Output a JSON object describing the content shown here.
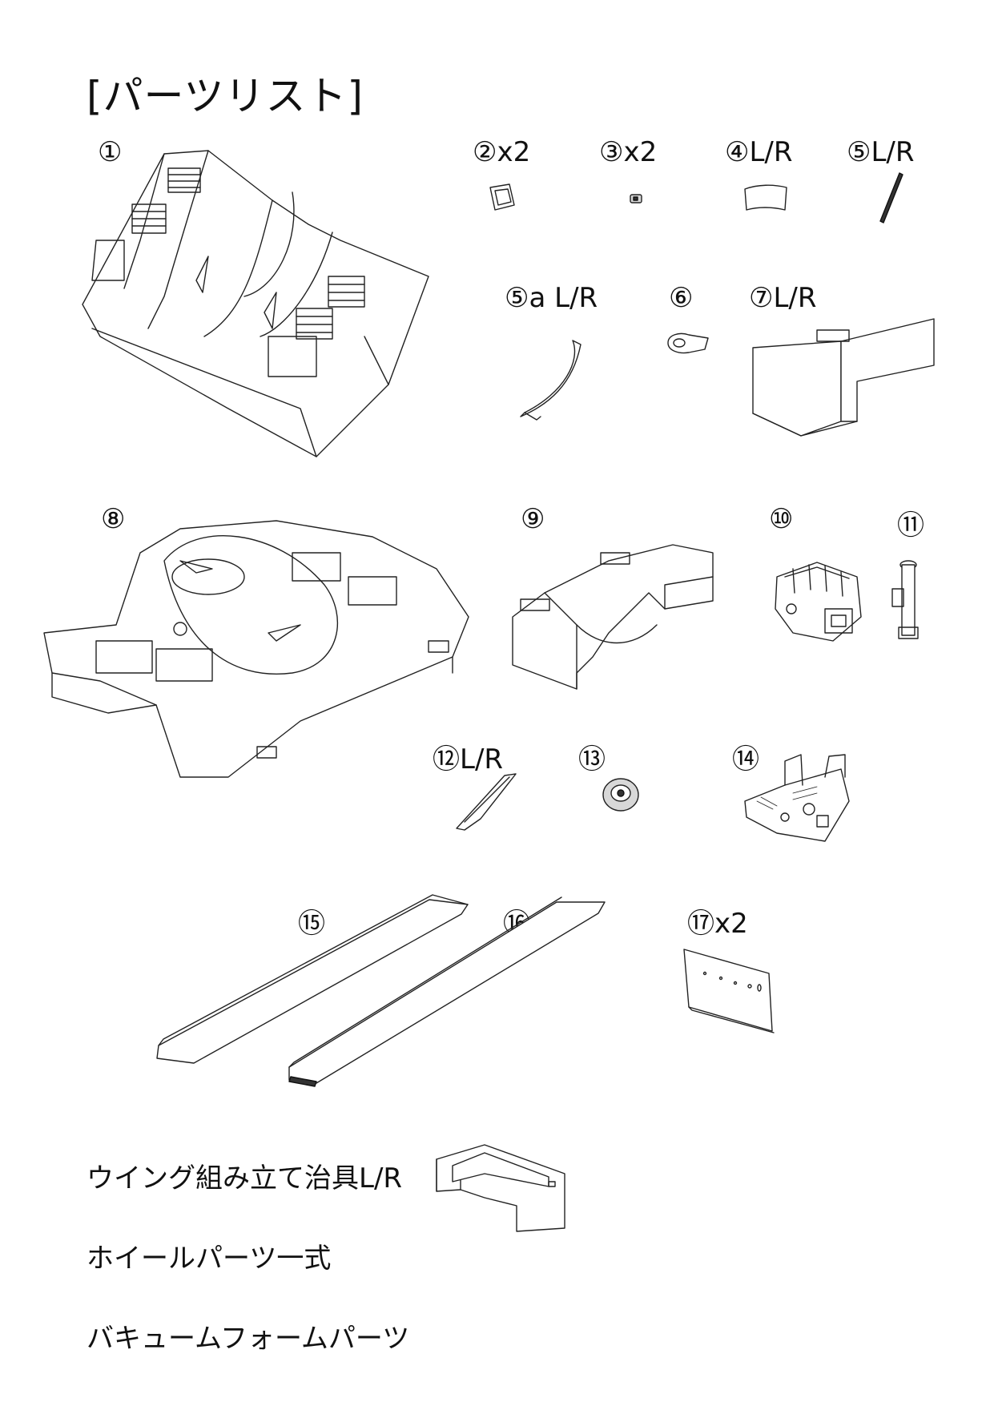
{
  "title": "[パーツリスト]",
  "parts": [
    {
      "id": "p1",
      "label": "①"
    },
    {
      "id": "p2",
      "label": "②x2"
    },
    {
      "id": "p3",
      "label": "③x2"
    },
    {
      "id": "p4",
      "label": "④L/R"
    },
    {
      "id": "p5",
      "label": "⑤L/R"
    },
    {
      "id": "p5a",
      "label": "⑤a L/R"
    },
    {
      "id": "p6",
      "label": "⑥"
    },
    {
      "id": "p7",
      "label": "⑦L/R"
    },
    {
      "id": "p8",
      "label": "⑧"
    },
    {
      "id": "p9",
      "label": "⑨"
    },
    {
      "id": "p10",
      "label": "⑩"
    },
    {
      "id": "p11",
      "label": "⑪"
    },
    {
      "id": "p12",
      "label": "⑫L/R"
    },
    {
      "id": "p13",
      "label": "⑬"
    },
    {
      "id": "p14",
      "label": "⑭"
    },
    {
      "id": "p15",
      "label": "⑮"
    },
    {
      "id": "p16",
      "label": "⑯"
    },
    {
      "id": "p17",
      "label": "⑰x2"
    }
  ],
  "notes": [
    "ウイング組み立て治具L/R",
    "ホイールパーツ一式",
    "バキュームフォームパーツ"
  ]
}
